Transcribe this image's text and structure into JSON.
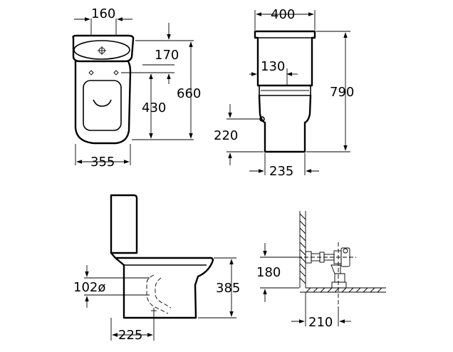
{
  "top_view": {
    "d160": "160",
    "d170": "170",
    "d660": "660",
    "d430": "430",
    "d355": "355"
  },
  "side_view": {
    "d400": "400",
    "d130": "130",
    "d790": "790",
    "d220": "220",
    "d235": "235"
  },
  "profile_view": {
    "d102": "102ø",
    "d385": "385",
    "d225": "225"
  },
  "install_view": {
    "d180": "180",
    "d210": "210"
  }
}
